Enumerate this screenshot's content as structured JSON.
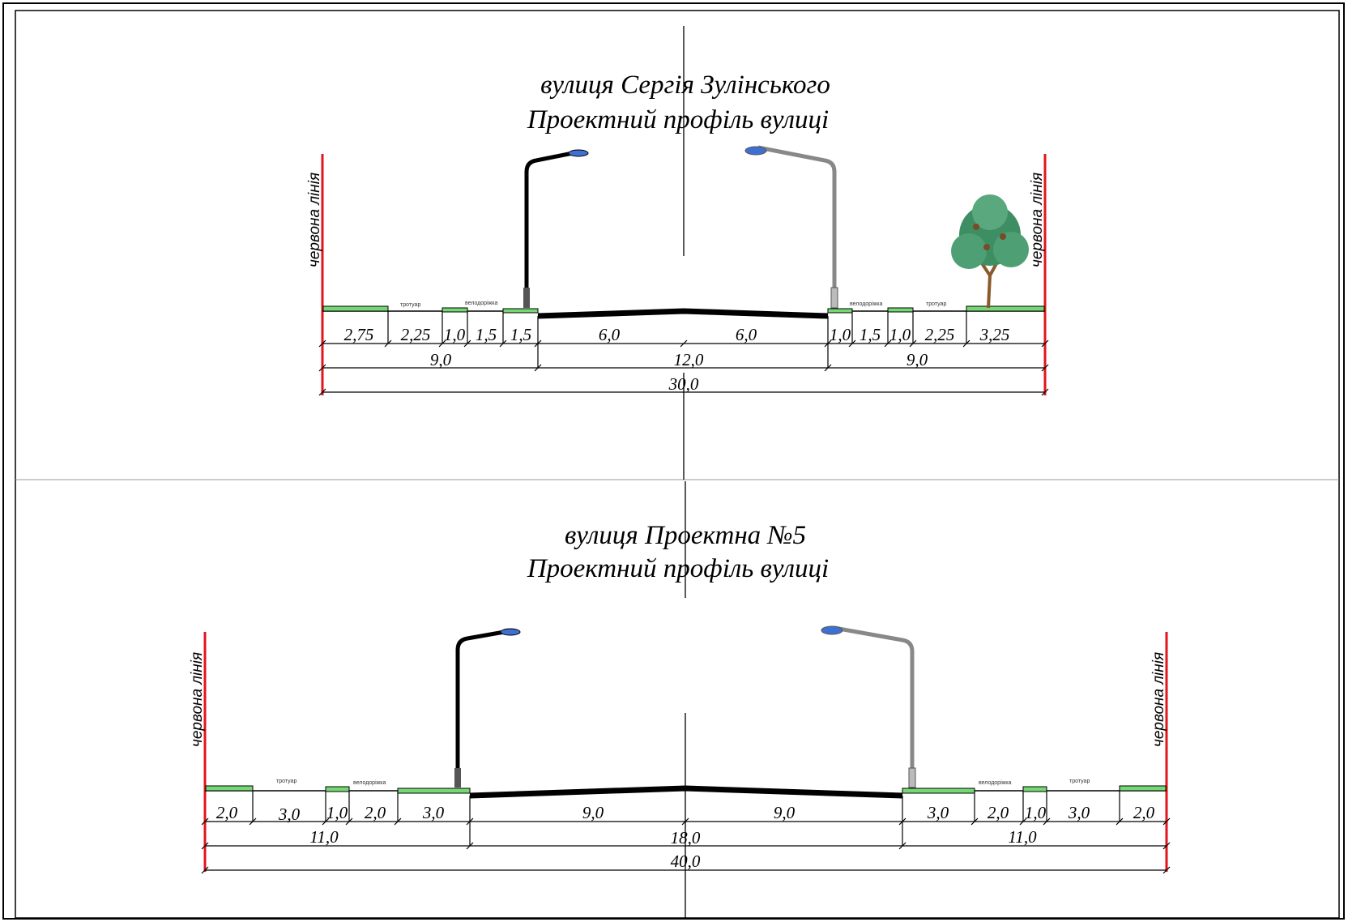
{
  "sections": [
    {
      "title_line1": "вулиця Сергія Зулінського",
      "title_line2": "Проектний профіль вулиці",
      "red_line_label": "червона лінія",
      "surface_labels": {
        "left_sidewalk": "тротуар",
        "left_bikeway": "велодоріжка",
        "right_bikeway": "велодоріжка",
        "right_sidewalk": "тротуар"
      },
      "row1": [
        "2,75",
        "2,25",
        "1,0",
        "1,5",
        "1,5",
        "6,0",
        "6,0",
        "1,0",
        "1,5",
        "1,0",
        "2,25",
        "3,25"
      ],
      "row2": [
        "9,0",
        "12,0",
        "9,0"
      ],
      "row3": [
        "30,0"
      ]
    },
    {
      "title_line1": "вулиця Проектна №5",
      "title_line2": "Проектний профіль вулиці",
      "red_line_label": "червона лінія",
      "surface_labels": {
        "left_sidewalk": "тротуар",
        "left_bikeway": "велодоріжка",
        "right_bikeway": "велодоріжка",
        "right_sidewalk": "тротуар"
      },
      "row1": [
        "2,0",
        "3,0",
        "1,0",
        "2,0",
        "3,0",
        "9,0",
        "9,0",
        "3,0",
        "2,0",
        "1,0",
        "3,0",
        "2,0"
      ],
      "row2": [
        "11,0",
        "18,0",
        "11,0"
      ],
      "row3": [
        "40,0"
      ]
    }
  ],
  "colors": {
    "red_line": "#e3141b",
    "green_strip": "#74d874",
    "tree_foliage": "#3e8e64",
    "lamp_light": "#3f6fd1"
  },
  "icons": [
    "street-lamp-icon",
    "tree-icon"
  ]
}
